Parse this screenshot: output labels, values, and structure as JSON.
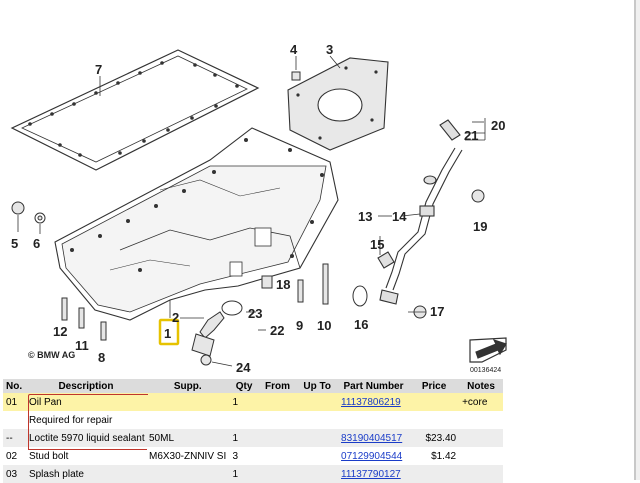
{
  "diagram": {
    "callouts": [
      "1",
      "2",
      "3",
      "4",
      "5",
      "6",
      "7",
      "8",
      "9",
      "10",
      "11",
      "12",
      "13",
      "14",
      "15",
      "16",
      "17",
      "18",
      "19",
      "20",
      "21",
      "22",
      "23",
      "24"
    ],
    "copyright": "© BMW AG",
    "image_id": "00136424",
    "selected_callout": "1",
    "highlight_color": "#e6c200"
  },
  "table": {
    "headers": [
      "No.",
      "Description",
      "Supp.",
      "Qty",
      "From",
      "Up To",
      "Part Number",
      "Price",
      "Notes"
    ],
    "rows": [
      {
        "no": "01",
        "description": "Oil Pan",
        "supp": "",
        "qty": "1",
        "from": "",
        "upto": "",
        "part_number": "11137806219",
        "price": "",
        "notes": "+core"
      },
      {
        "no": "",
        "description": "Required for repair",
        "supp": "",
        "qty": "",
        "from": "",
        "upto": "",
        "part_number": "",
        "price": "",
        "notes": ""
      },
      {
        "no": "--",
        "description": "Loctite 5970 liquid sealant",
        "supp": "50ML",
        "qty": "1",
        "from": "",
        "upto": "",
        "part_number": "83190404517",
        "price": "$23.40",
        "notes": ""
      },
      {
        "no": "02",
        "description": "Stud bolt",
        "supp": "M6X30-ZNNIV SI",
        "qty": "3",
        "from": "",
        "upto": "",
        "part_number": "07129904544",
        "price": "$1.42",
        "notes": ""
      },
      {
        "no": "03",
        "description": "Splash plate",
        "supp": "",
        "qty": "1",
        "from": "",
        "upto": "",
        "part_number": "11137790127",
        "price": "",
        "notes": ""
      }
    ]
  },
  "colors": {
    "link": "#1a3cc8",
    "highlight_row": "#fdf3a7",
    "header_bg": "#dcdcdc",
    "bracket": "#c0352b"
  }
}
